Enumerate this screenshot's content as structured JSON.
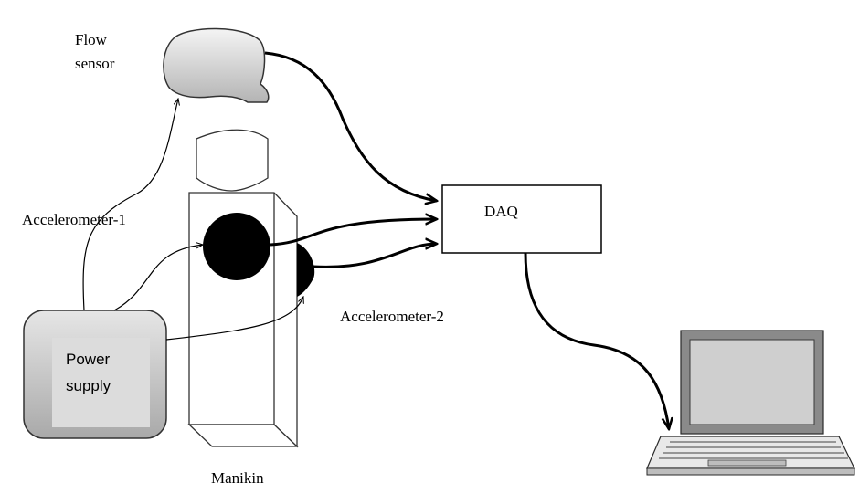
{
  "labels": {
    "flow_sensor_line1": "Flow",
    "flow_sensor_line2": "sensor",
    "accelerometer_1": "Accelerometer-1",
    "accelerometer_2": "Accelerometer-2",
    "daq": "DAQ",
    "power_supply_line1": "Power",
    "power_supply_line2": "supply",
    "manikin": "Manikin"
  }
}
